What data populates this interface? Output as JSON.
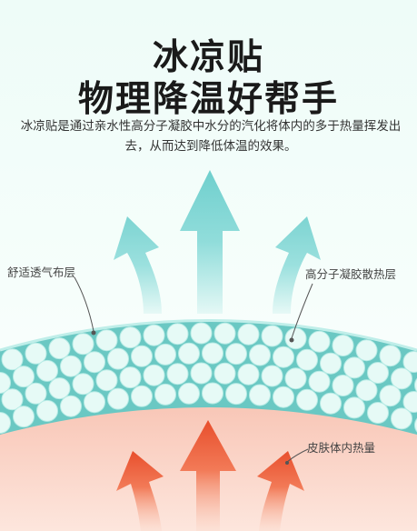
{
  "title": {
    "line1": "冰凉贴",
    "line2": "物理降温好帮手"
  },
  "description": "冰凉贴是通过亲水性高分子凝胶中水分的汽化将体内的多于热量挥发出去，从而达到降低体温的效果。",
  "labels": {
    "comfortable_layer": "舒适透气布层",
    "gel_layer": "高分子凝胶散热层",
    "skin_heat": "皮肤体内热量"
  },
  "colors": {
    "gel_band": "#67c9c4",
    "bead": "#e8faf7",
    "skin": "#f6c3b4",
    "up_arrow": "#7fd8d6",
    "heat_arrow": "#ee5a37"
  }
}
